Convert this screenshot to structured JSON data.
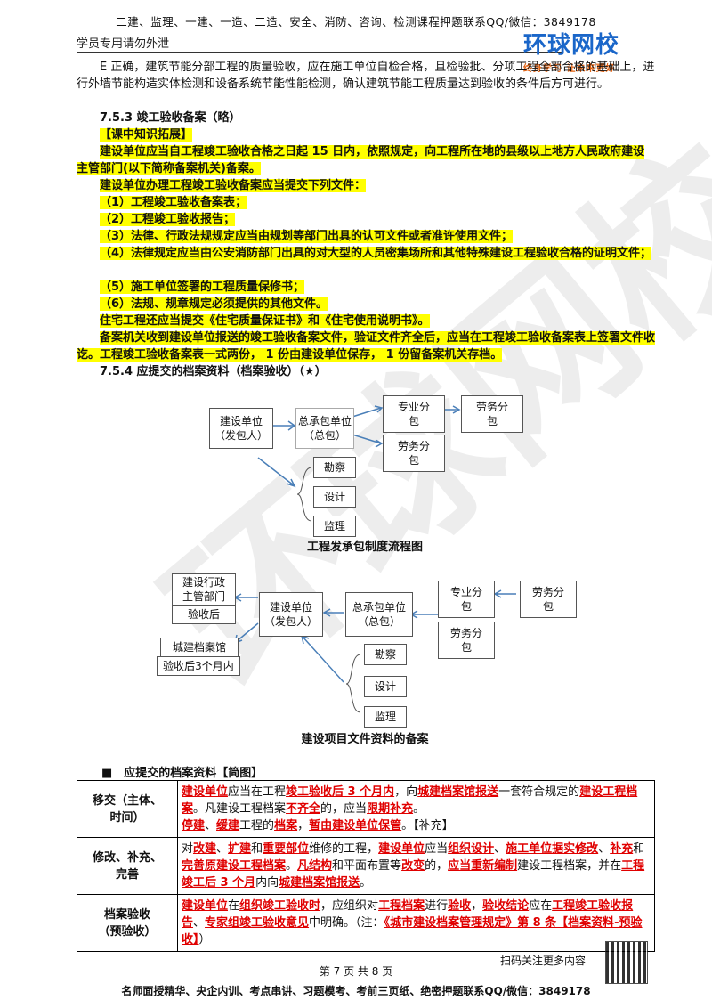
{
  "header": {
    "top": "二建、监理、一建、一造、二造、安全、消防、咨询、检测课程押题联系QQ/微信：3849178",
    "left": "学员专用请勿外泄",
    "logo_main": "环球网校",
    "logo_sub": "终身学习  让未来更好"
  },
  "watermark": "环球网校",
  "body": {
    "para_e": "E 正确，建筑节能分部工程的质量验收，应在施工单位自检合格，且检验批、分项工程全部合格的基础上，进行外墙节能构造实体检测和设备系统节能性能检测，确认建筑节能工程质量达到验收的条件后方可进行。",
    "sec_753": "7.5.3 竣工验收备案（略）",
    "ext_tag": "【课中知识拓展】",
    "ext1": "建设单位应当自工程竣工验收合格之日起 15 日内，依照规定，向工程所在地的县级以上地方人民政府建设主管部门(以下简称备案机关)备案。",
    "ext2": "建设单位办理工程竣工验收备案应当提交下列文件：",
    "list": [
      "（1）工程竣工验收备案表；",
      "（2）工程竣工验收报告；",
      "（3）法律、行政法规规定应当由规划等部门出具的认可文件或者准许使用文件；",
      "（4）法律规定应当由公安消防部门出具的对大型的人员密集场所和其他特殊建设工程验收合格的证明文件；",
      "（5）施工单位签署的工程质量保修书；",
      "（6）法规、规章规定必须提供的其他文件。"
    ],
    "ext3": "住宅工程还应当提交《住宅质量保证书》和《住宅使用说明书》。",
    "ext4": "备案机关收到建设单位报送的竣工验收备案文件，验证文件齐全后，应当在工程竣工验收备案表上签署文件收讫。工程竣工验收备案表一式两份， 1 份由建设单位保存， 1 份留备案机关存档。",
    "sec_754": "7.5.4 应提交的档案资料（档案验收）（★）"
  },
  "diagram1": {
    "owner": [
      "建设单位",
      "（发包人）"
    ],
    "gc": [
      "总承包单位",
      "（总包）"
    ],
    "sub1": [
      "专业分",
      "包"
    ],
    "labor1": [
      "劳务分",
      "包"
    ],
    "sub2": [
      "劳务分",
      "包"
    ],
    "survey": "勘察",
    "design": "设计",
    "supervise": "监理",
    "caption": "工程发承包制度流程图"
  },
  "diagram2": {
    "gov": [
      "建设行政",
      "主管部门"
    ],
    "gov_after": "验收后",
    "archive": "城建档案馆",
    "archive_after": "验收后3个月内",
    "owner": [
      "建设单位",
      "（发包人）"
    ],
    "gc": [
      "总承包单位",
      "（总包）"
    ],
    "sub1": [
      "专业分",
      "包"
    ],
    "labor1": [
      "劳务分",
      "包"
    ],
    "sub2": [
      "劳务分",
      "包"
    ],
    "survey": "勘察",
    "design": "设计",
    "supervise": "监理",
    "caption": "建设项目文件资料的备案"
  },
  "brief_title": "■　应提交的档案资料【简图】",
  "table": {
    "r1_h": [
      "移交（主体、",
      "时间）"
    ],
    "r2_h": [
      "修改、补充、",
      "完善"
    ],
    "r3_h": [
      "档案验收",
      "（预验收）"
    ]
  },
  "footer": {
    "scan": "扫码关注更多内容",
    "page": "第 7 页 共 8 页",
    "bottom": "名师面授精华、央企内训、考点串讲、习题模考、考前三页纸、绝密押题联系QQ/微信：3849178"
  }
}
